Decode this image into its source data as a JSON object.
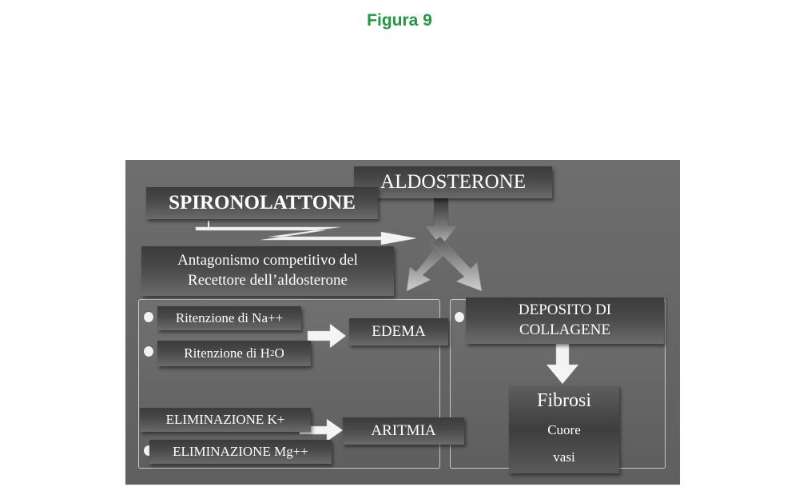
{
  "figure": {
    "caption": "Figura 9"
  },
  "diagram": {
    "aldosterone": "ALDOSTERONE",
    "spironolattone": "SPIRONOLATTONE",
    "antagonism": [
      "Antagonismo competitivo del",
      "Recettore dell’aldosterone"
    ],
    "left_panel": {
      "ritenzione_na": "Ritenzione di Na++",
      "ritenzione_h2o_prefix": "Ritenzione di H",
      "ritenzione_h2o_sub": "2",
      "ritenzione_h2o_suffix": "O",
      "edema": "EDEMA",
      "eliminazione_k": "ELIMINAZIONE K+",
      "eliminazione_mg": "ELIMINAZIONE Mg++",
      "aritmia": "ARITMIA"
    },
    "right_panel": {
      "deposito": [
        "DEPOSITO DI",
        "COLLAGENE"
      ],
      "fibrosi": "Fibrosi",
      "cuore": "Cuore",
      "vasi": "vasi"
    }
  }
}
